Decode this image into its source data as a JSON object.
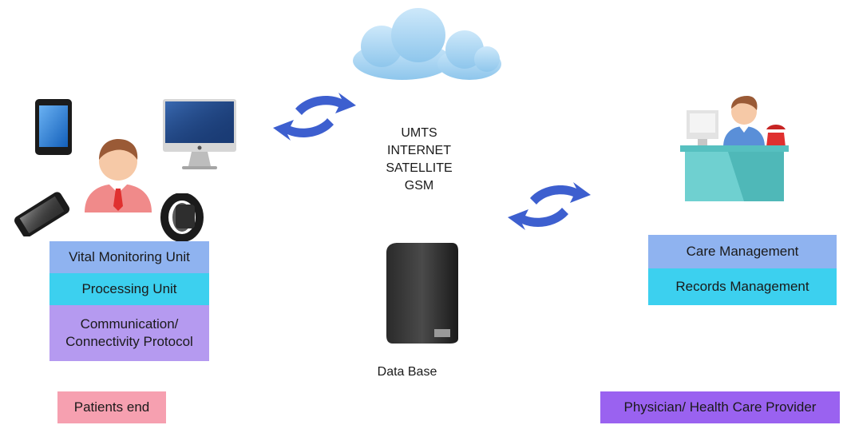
{
  "patient_side": {
    "stack": [
      "Vital Monitoring Unit",
      "Processing Unit",
      "Communication/ Connectivity Protocol"
    ],
    "label": "Patients end"
  },
  "provider_side": {
    "stack": [
      "Care Management",
      "Records Management"
    ],
    "label": "Physician/ Health Care Provider"
  },
  "network": [
    "UMTS",
    "INTERNET",
    "SATELLITE",
    "GSM"
  ],
  "database": {
    "label": "Data Base"
  },
  "colors": {
    "vital_monitoring": "#8fb3f0",
    "processing": "#3cd0ef",
    "communication": "#b59af0",
    "patients_end": "#f6a0b0",
    "care_management": "#8fb3f0",
    "records_management": "#3cd0ef",
    "provider_label": "#9a62f0",
    "arrows": "#3d5fcf",
    "cloud": "#9fd0f0"
  }
}
